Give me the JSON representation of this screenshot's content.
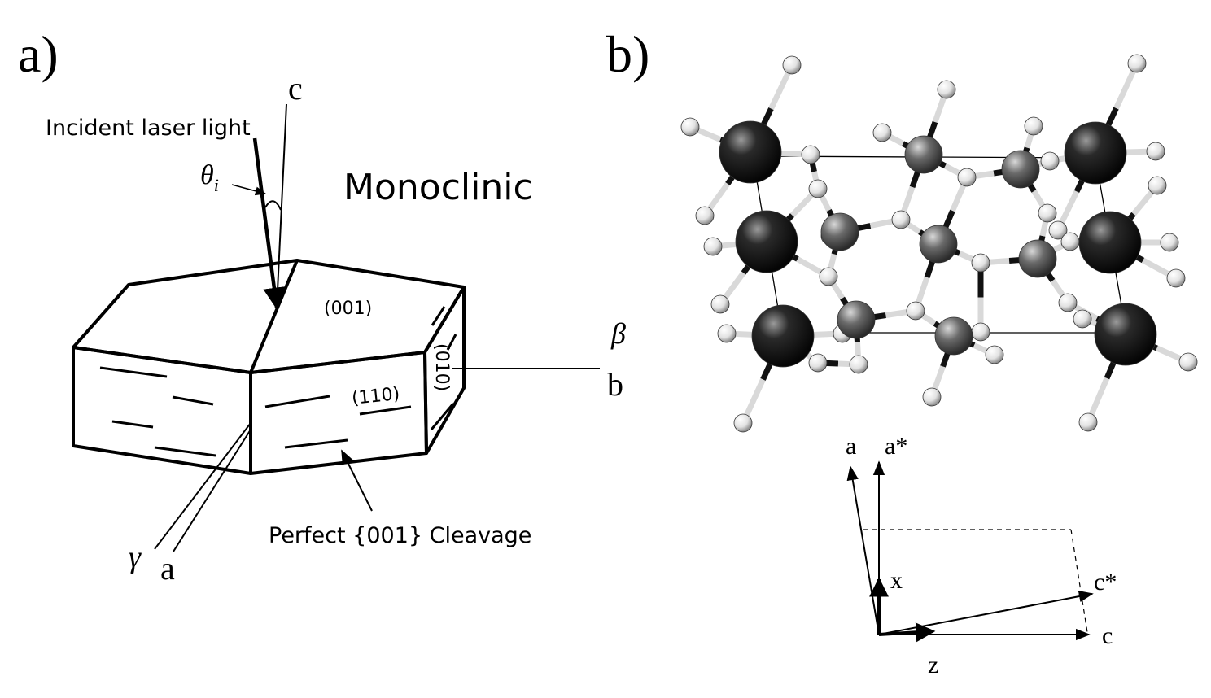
{
  "panel_a": {
    "panel_label": "a)",
    "axis_c": "c",
    "axis_b": "b",
    "axis_a": "a",
    "angle_beta": "β",
    "angle_gamma": "γ",
    "theta": "θ",
    "theta_sub": "i",
    "incident_label": "Incident laser light",
    "crystal_system": "Monoclinic",
    "face_001": "(001)",
    "face_110": "(110)",
    "face_010": "(010)",
    "cleavage_label": "Perfect {001} Cleavage"
  },
  "panel_b": {
    "panel_label": "b)",
    "axes": {
      "a": "a",
      "a_star": "a*",
      "x": "x",
      "c_star": "c*",
      "c": "c",
      "z": "z"
    },
    "colors": {
      "large_atom": "#1a1a1a",
      "medium_atom": "#5a5a5a",
      "small_atom": "#e6e6e6"
    }
  }
}
